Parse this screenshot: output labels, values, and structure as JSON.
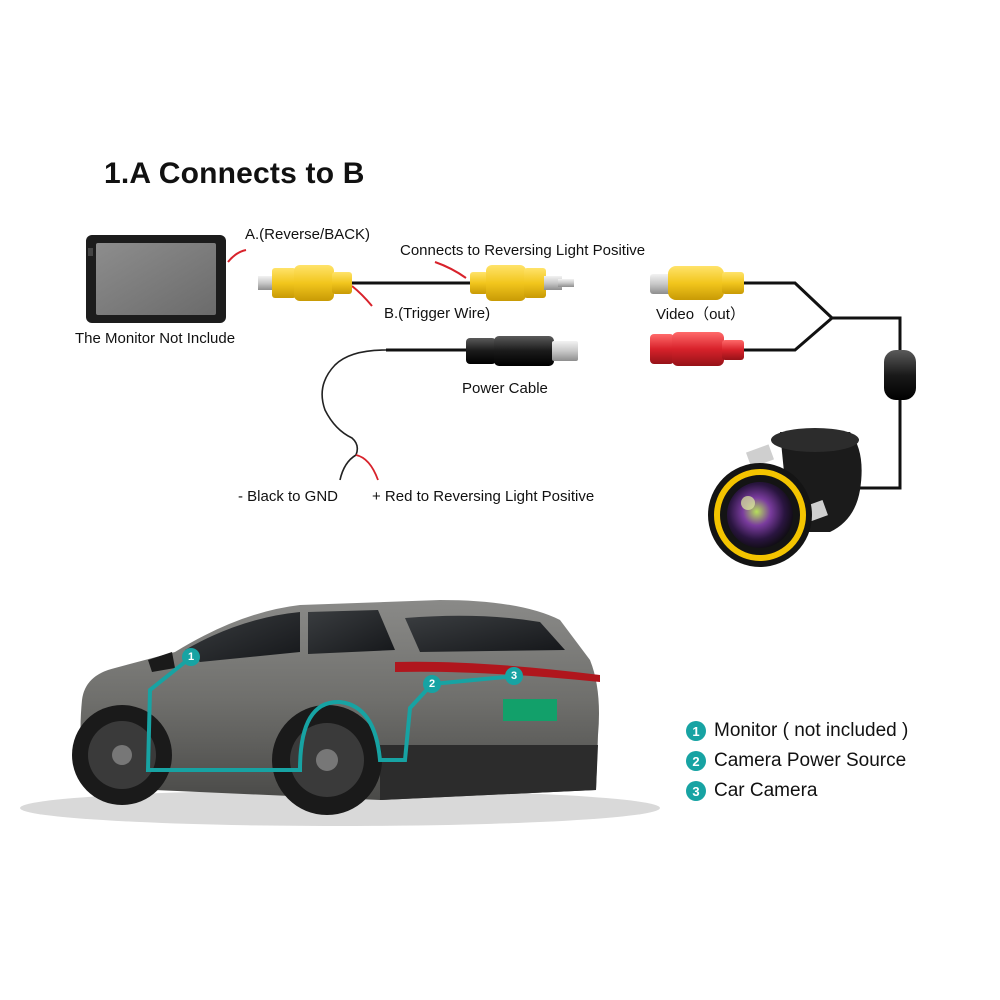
{
  "title": "1.A Connects to B",
  "labels": {
    "a_reverse": "A.(Reverse/BACK)",
    "connects_reversing": "Connects to Reversing Light Positive",
    "b_trigger": "B.(Trigger Wire)",
    "monitor_note": "The Monitor Not Include",
    "video_out": "Video（out）",
    "power_cable": "Power Cable",
    "black_gnd": "- Black to GND",
    "red_reversing": "+ Red to Reversing Light Positive"
  },
  "legend": [
    {
      "num": "1",
      "text": "Monitor ( not included )"
    },
    {
      "num": "2",
      "text": "Camera Power Source"
    },
    {
      "num": "3",
      "text": "Car Camera"
    }
  ],
  "route_markers": [
    "1",
    "2",
    "3"
  ],
  "colors": {
    "rca_yellow": "#f2c61d",
    "rca_red": "#d8222b",
    "wire_black": "#111111",
    "route_teal": "#17a3a3",
    "lens_ring": "#f4c400",
    "plate_green": "#12a06a"
  }
}
